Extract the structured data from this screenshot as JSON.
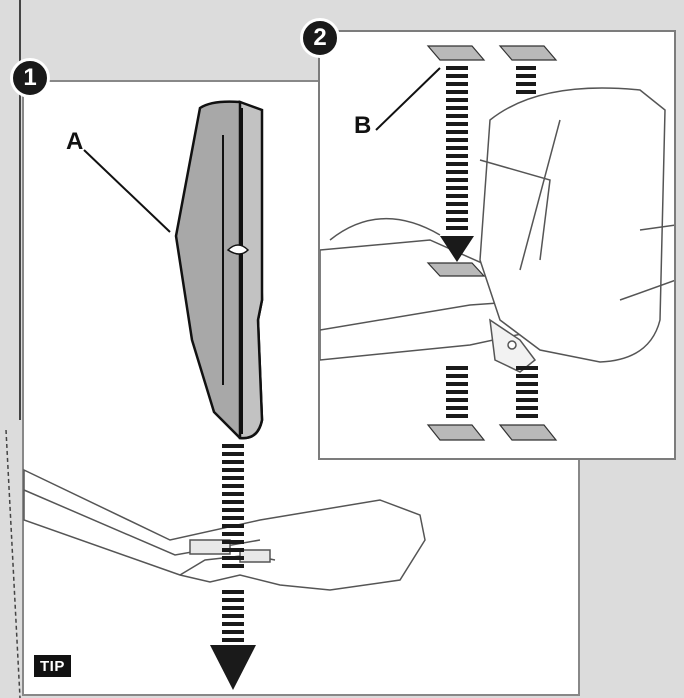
{
  "steps": {
    "step1_number": "1",
    "step2_number": "2"
  },
  "callouts": {
    "a": "A",
    "b": "B"
  },
  "tip_label": "TIP",
  "colors": {
    "background": "#dcdcdc",
    "panel": "#ffffff",
    "fin_fill": "#a8a8a8",
    "arrow": "#1a1a1a",
    "tape": "#b9b9b9",
    "line": "#333333"
  }
}
